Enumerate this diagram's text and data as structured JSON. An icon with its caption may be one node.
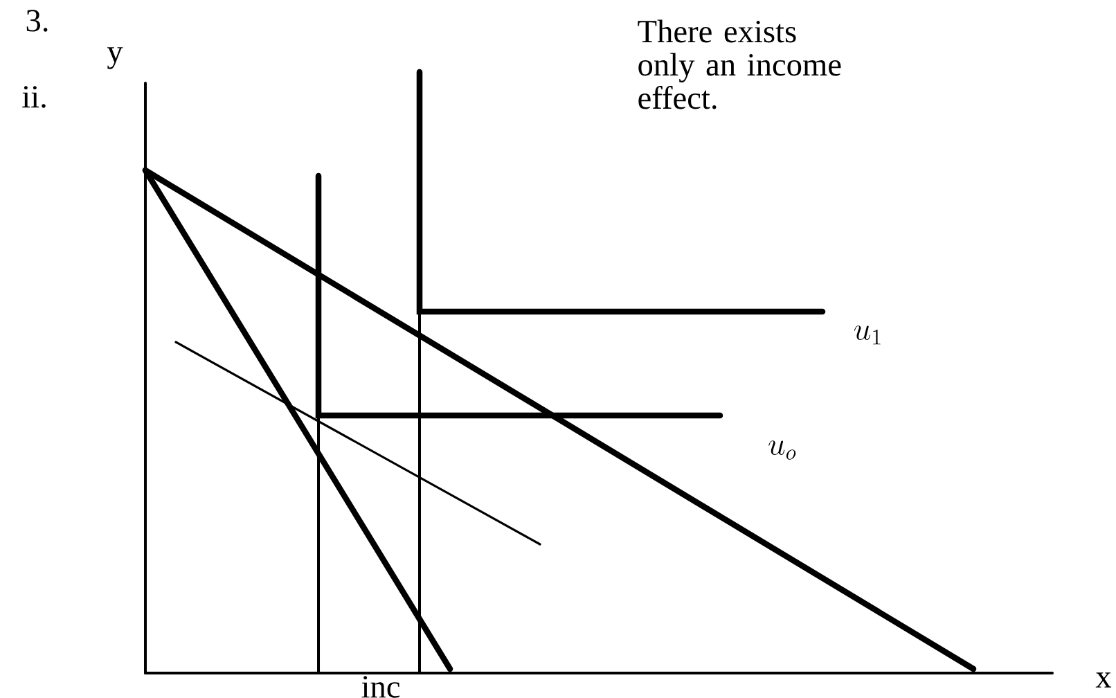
{
  "diagram": {
    "labels": [
      "3.",
      "y",
      "ii.",
      "There exists only an income effect.",
      "u_{1}",
      "u_{o}",
      "x",
      "inc"
    ]
  }
}
